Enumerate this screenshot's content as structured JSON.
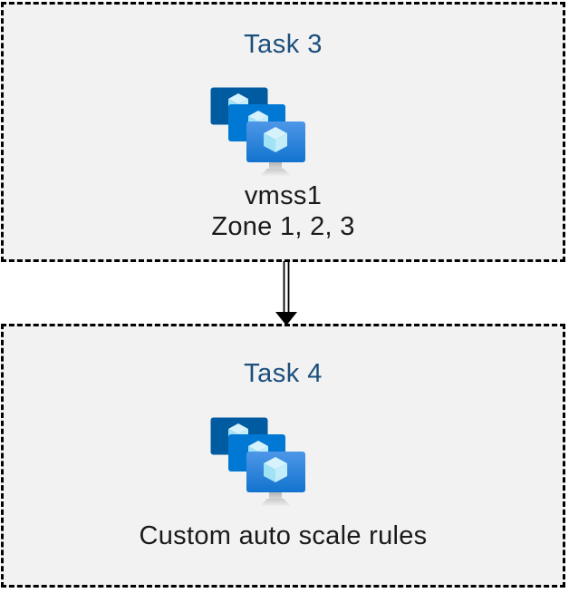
{
  "diagram": {
    "task3": {
      "title": "Task 3",
      "resource_name": "vmss1",
      "zones": "Zone 1, 2, 3"
    },
    "task4": {
      "title": "Task 4",
      "caption": "Custom auto scale rules"
    },
    "icons": {
      "vmss": "vm-scale-set-icon",
      "arrow": "down-arrow-icon"
    },
    "colors": {
      "title_text": "#1c4f7c",
      "body_text": "#1a1a1a",
      "box_background": "#f2f2f2",
      "box_border": "#000000",
      "monitor_back": "#005ba1",
      "monitor_middle": "#0078d4",
      "monitor_front_top": "#4e97e8",
      "monitor_front_bottom": "#1273ce",
      "cube_top": "#d6f2fc",
      "cube_left": "#a0e2f6",
      "cube_right": "#c4edfa",
      "stand_gray": "#c6c6c6",
      "arrow": "#000000"
    }
  }
}
